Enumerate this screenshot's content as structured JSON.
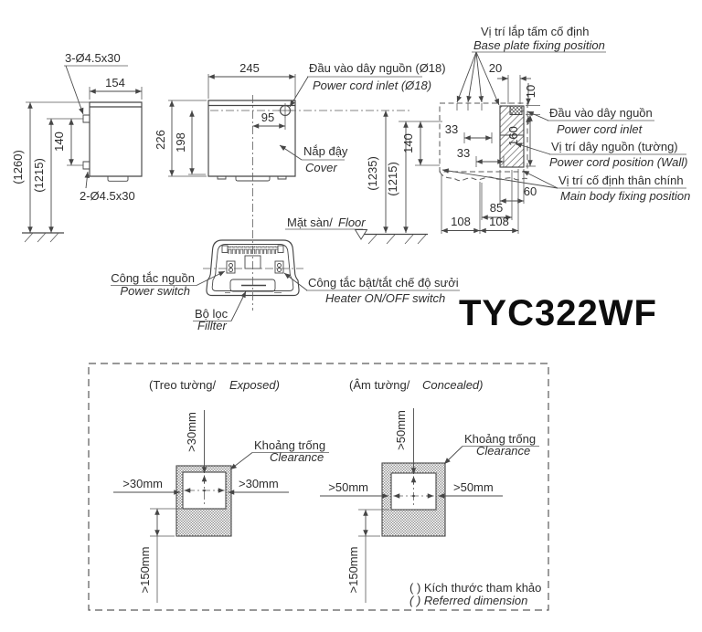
{
  "model": "TYC322WF",
  "colors": {
    "line": "#464646",
    "text": "#2e2e2e",
    "model_text": "#0d0d0d",
    "background": "#ffffff"
  },
  "side": {
    "screws_top": "3-Ø4.5x30",
    "screws_bottom": "2-Ø4.5x30",
    "w154": "154",
    "h140": "140",
    "h1260": "(1260)",
    "h1215": "(1215)"
  },
  "front": {
    "w245": "245",
    "w95": "95",
    "h226": "226",
    "h198": "198",
    "inlet_vi": "Đầu vào dây nguồn (Ø18)",
    "inlet_en": "Power cord inlet (Ø18)",
    "cover_vi": "Nắp đậy",
    "cover_en": "Cover"
  },
  "floor": {
    "vi": "Mặt sàn/",
    "en": "Floor",
    "h1235": "(1235)",
    "h1215": "(1215)"
  },
  "wall": {
    "base_vi": "Vị trí lắp tấm cố định",
    "base_en": "Base plate fixing position",
    "d20": "20",
    "d10": "10",
    "d33a": "33",
    "d33b": "33",
    "d140": "140",
    "d160": "160",
    "d60": "60",
    "d85": "85",
    "d108a": "108",
    "d108b": "108",
    "inlet_vi": "Đầu vào dây nguồn",
    "inlet_en": "Power cord inlet",
    "cord_vi": "Vị trí dây nguồn (tường)",
    "cord_en": "Power cord position (Wall)",
    "fix_vi": "Vị trí cố định thân chính",
    "fix_en": "Main body fixing position"
  },
  "bottom": {
    "power_vi": "Công tắc nguồn",
    "power_en": "Power switch",
    "filter_vi": "Bộ lọc",
    "filter_en": "Fillter",
    "heater_vi": "Công tắc bật/tắt chế độ sưởi",
    "heater_en": "Heater ON/OFF switch"
  },
  "clr": {
    "exposed_vi": "(Treo tường/",
    "exposed_en": "Exposed)",
    "concealed_vi": "(Âm tường/",
    "concealed_en": "Concealed)",
    "label_vi": "Khoảng trống",
    "label_en": "Clearance",
    "e_top": ">30mm",
    "e_left": ">30mm",
    "e_right": ">30mm",
    "e_bottom": ">150mm",
    "c_top": ">50mm",
    "c_left": ">50mm",
    "c_right": ">50mm",
    "c_bottom": ">150mm",
    "note_vi": "( ) Kích thước tham khảo",
    "note_en": "( ) Referred dimension"
  }
}
